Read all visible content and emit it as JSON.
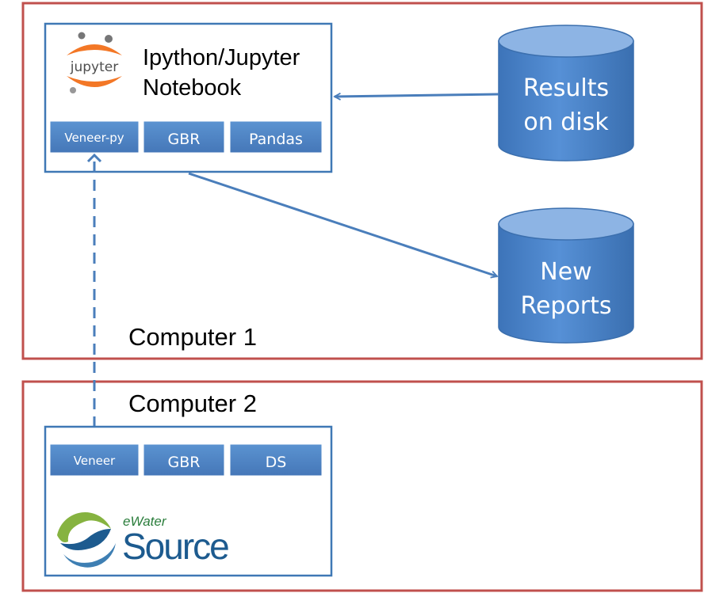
{
  "computer1": {
    "label": "Computer 1",
    "notebook": {
      "logo_text": "jupyter",
      "title_line1": "Ipython/Jupyter",
      "title_line2": "Notebook",
      "modules": [
        "Veneer-py",
        "GBR",
        "Pandas"
      ]
    },
    "results_store": {
      "line1": "Results",
      "line2": "on disk"
    },
    "reports_store": {
      "line1": "New",
      "line2": "Reports"
    }
  },
  "computer2": {
    "label": "Computer 2",
    "source": {
      "modules": [
        "Veneer",
        "GBR",
        "DS"
      ],
      "logo_small": "eWater",
      "logo_big": "Source"
    }
  },
  "colors": {
    "frame": "#c0504d",
    "box_border": "#3f78b5",
    "chip_fill": "#4f86c6",
    "arrow": "#4a7ebb",
    "cylinder": "#4f87cd",
    "jupyter_orange": "#f37726",
    "source_green": "#86b340",
    "source_blue": "#1d5b8f"
  }
}
